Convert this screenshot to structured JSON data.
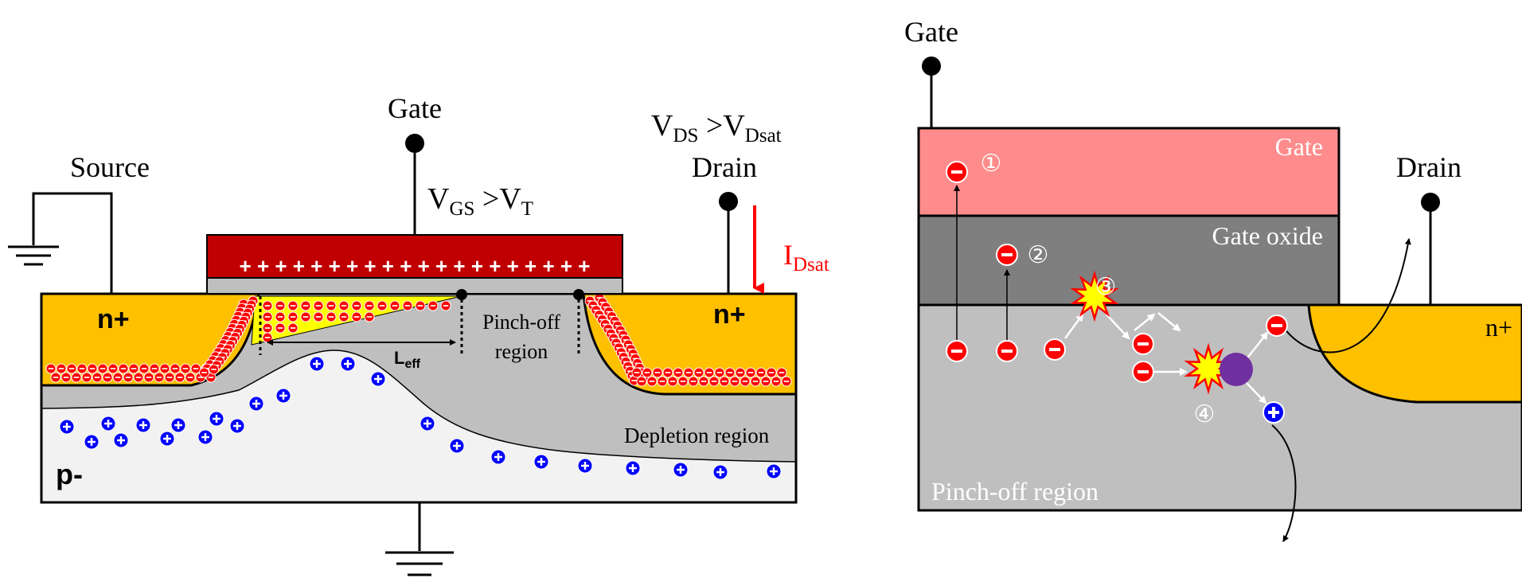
{
  "left": {
    "source_label": "Source",
    "gate_label": "Gate",
    "drain_label": "Drain",
    "vgs": {
      "main": "V",
      "sub": "GS",
      "rest": " >V",
      "sub2": "T"
    },
    "vds": {
      "main": "V",
      "sub": "DS",
      "rest": " >V",
      "sub2": "Dsat"
    },
    "idsat": {
      "main": "I",
      "sub": "Dsat"
    },
    "n_plus_left": "n+",
    "n_plus_right": "n+",
    "p_minus": "p-",
    "pinch_off_line1": "Pinch-off",
    "pinch_off_line2": "region",
    "leff": {
      "main": "L",
      "sub": "eff"
    },
    "depletion_label": "Depletion region",
    "gate_charges": "+ + + + + + + + + + + + + + + + + + + +"
  },
  "right": {
    "gate_label": "Gate",
    "drain_label": "Drain",
    "gate_layer": "Gate",
    "oxide_layer": "Gate oxide",
    "n_plus": "n+",
    "pinch_off": "Pinch-off region",
    "markers": [
      "①",
      "②",
      "③",
      "④"
    ]
  },
  "colors": {
    "gate_red": "#c00000",
    "n_plus": "#ffc000",
    "electron": "#ff0000",
    "hole": "#0000ff",
    "depletion": "#bfbfbf",
    "gate_pink": "#ff8c8c",
    "oxide_gray": "#7f7f7f",
    "impact": "#7030a0"
  }
}
